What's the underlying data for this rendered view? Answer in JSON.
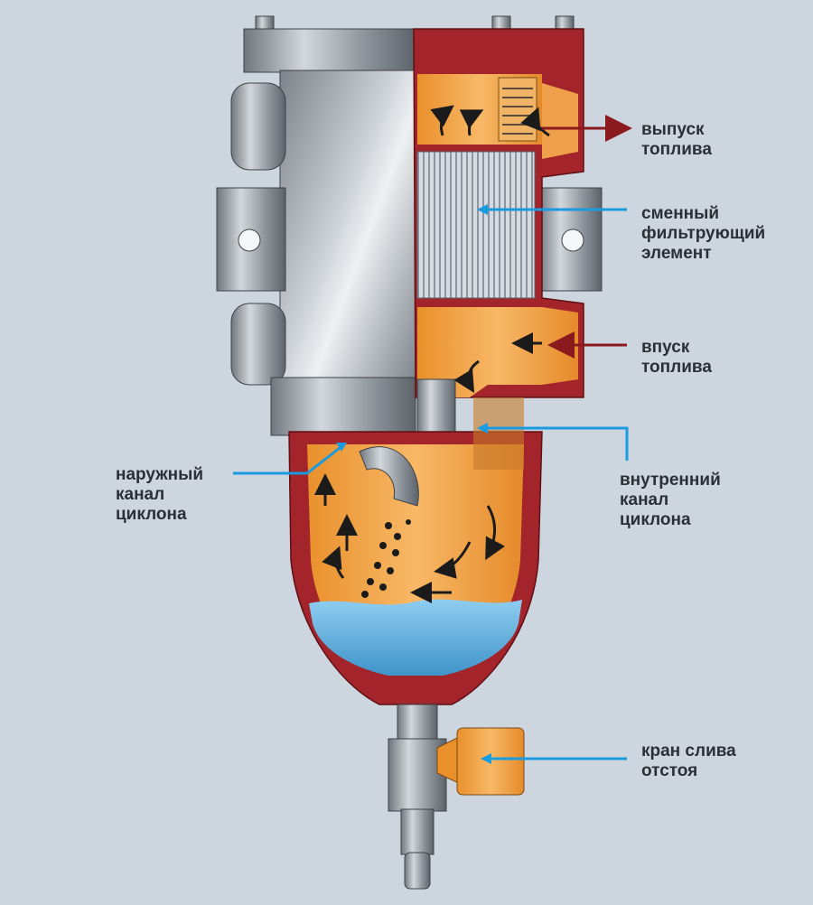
{
  "labels": {
    "fuel_outlet": [
      "выпуск",
      "топлива"
    ],
    "filter_element": [
      "сменный",
      "фильтрующий",
      "элемент"
    ],
    "fuel_inlet": [
      "впуск",
      "топлива"
    ],
    "outer_cyclone_channel": [
      "наружный",
      "канал",
      "циклона"
    ],
    "inner_cyclone_channel": [
      "внутренний",
      "канал",
      "циклона"
    ],
    "sediment_drain_valve": [
      "кран слива",
      "отстоя"
    ]
  },
  "colors": {
    "background": "#cdd6de",
    "housing_red": "#a3242a",
    "fuel_orange": "#f2a548",
    "water_blue": "#6fb6e0",
    "metal_gray": "#9aa1a8",
    "outlet_arrow": "#8b1a1f",
    "leader_blue": "#1a9be0"
  }
}
